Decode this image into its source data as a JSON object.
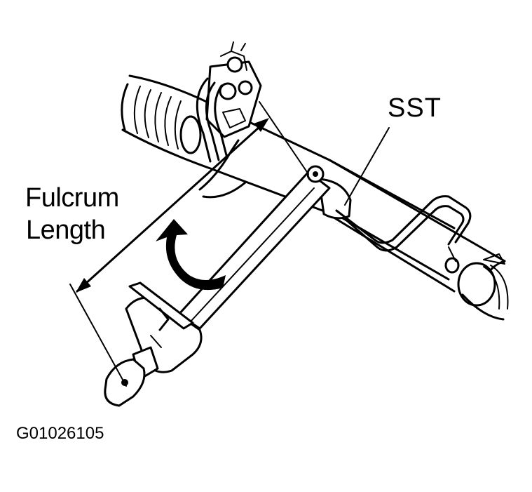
{
  "labels": {
    "fulcrum_line1": "Fulcrum",
    "fulcrum_line2": "Length",
    "sst": "SST",
    "figure_code": "G01026105"
  },
  "colors": {
    "ink": "#000000",
    "paper": "#ffffff"
  }
}
